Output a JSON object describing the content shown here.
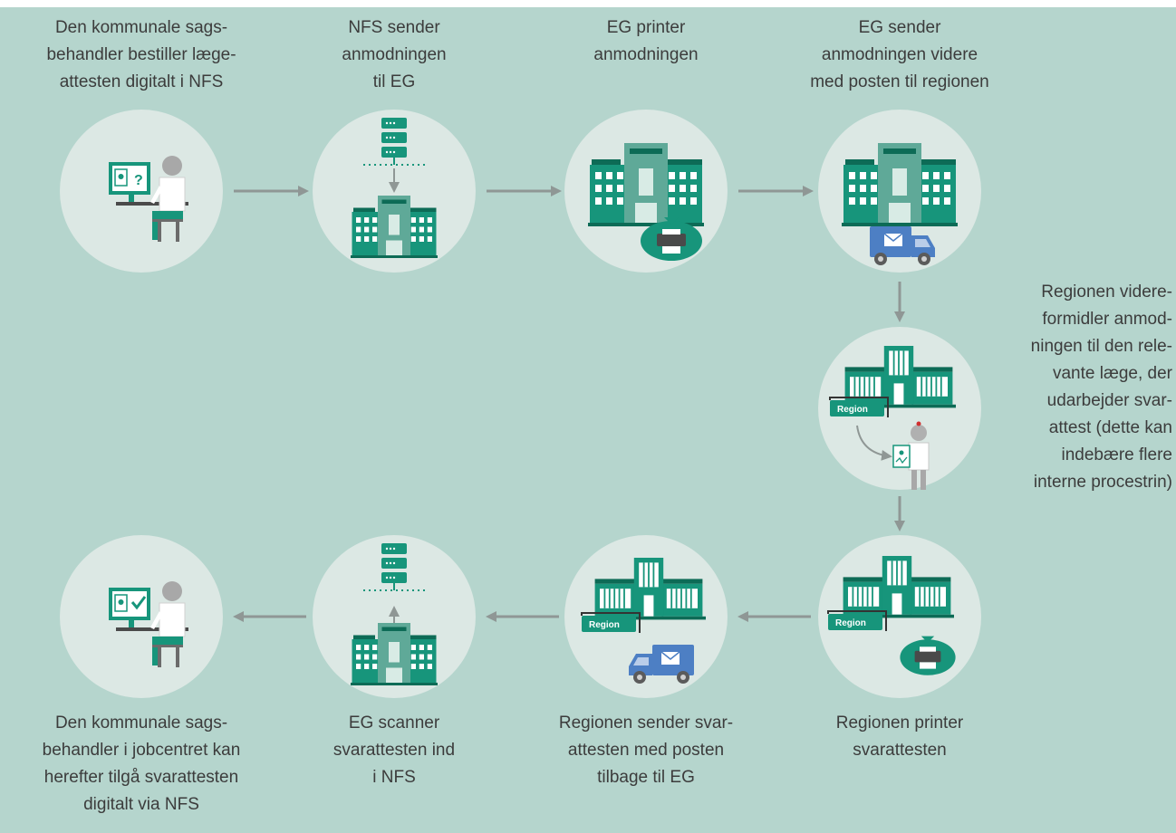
{
  "steps": [
    {
      "id": "caseworker-order",
      "lines": [
        "Den kommunale sags-",
        "behandler bestiller læge-",
        "attesten digitalt i NFS"
      ]
    },
    {
      "id": "nfs-send",
      "lines": [
        "NFS sender",
        "anmodningen",
        "til EG"
      ]
    },
    {
      "id": "eg-print",
      "lines": [
        "EG printer",
        "anmodningen"
      ]
    },
    {
      "id": "eg-mail",
      "lines": [
        "EG sender",
        "anmodningen videre",
        "med posten til regionen"
      ]
    },
    {
      "id": "region-forward",
      "lines": [
        "Regionen videre-",
        "formidler anmod-",
        "ningen til den rele-",
        "vante læge, der",
        "udarbejder svar-",
        "attest (dette kan",
        "indebære flere",
        "interne procestrin)"
      ]
    },
    {
      "id": "region-print",
      "lines": [
        "Regionen printer",
        "svarattesten"
      ]
    },
    {
      "id": "region-mail",
      "lines": [
        "Regionen sender svar-",
        "attesten med posten",
        "tilbage til EG"
      ]
    },
    {
      "id": "eg-scan",
      "lines": [
        "EG scanner",
        "svarattesten ind",
        "i NFS"
      ]
    },
    {
      "id": "caseworker-access",
      "lines": [
        "Den kommunale sags-",
        "behandler i jobcentret kan",
        "herefter tilgå svarattesten",
        "digitalt via NFS"
      ]
    }
  ],
  "badges": {
    "region": "Region"
  },
  "icons": {
    "caseworker-order": [
      "person-at-computer-icon",
      "document-question-icon"
    ],
    "nfs-send": [
      "server-icon",
      "office-building-icon"
    ],
    "eg-print": [
      "office-building-icon",
      "printer-icon"
    ],
    "eg-mail": [
      "office-building-icon",
      "mail-truck-icon"
    ],
    "region-forward": [
      "hospital-icon",
      "doctor-icon",
      "clipboard-icon"
    ],
    "region-print": [
      "hospital-icon",
      "printer-icon"
    ],
    "region-mail": [
      "hospital-icon",
      "mail-truck-icon"
    ],
    "eg-scan": [
      "server-icon",
      "office-building-icon"
    ],
    "caseworker-access": [
      "person-at-computer-icon",
      "document-check-icon"
    ]
  },
  "colors": {
    "background": "#b5d5cd",
    "circle": "#dce8e4",
    "primary": "#17957b",
    "dark": "#0d6b56",
    "arrow": "#8f9795",
    "truck": "#4d7fc4",
    "person": "#a8a8a8",
    "text": "#3c3c3c"
  }
}
